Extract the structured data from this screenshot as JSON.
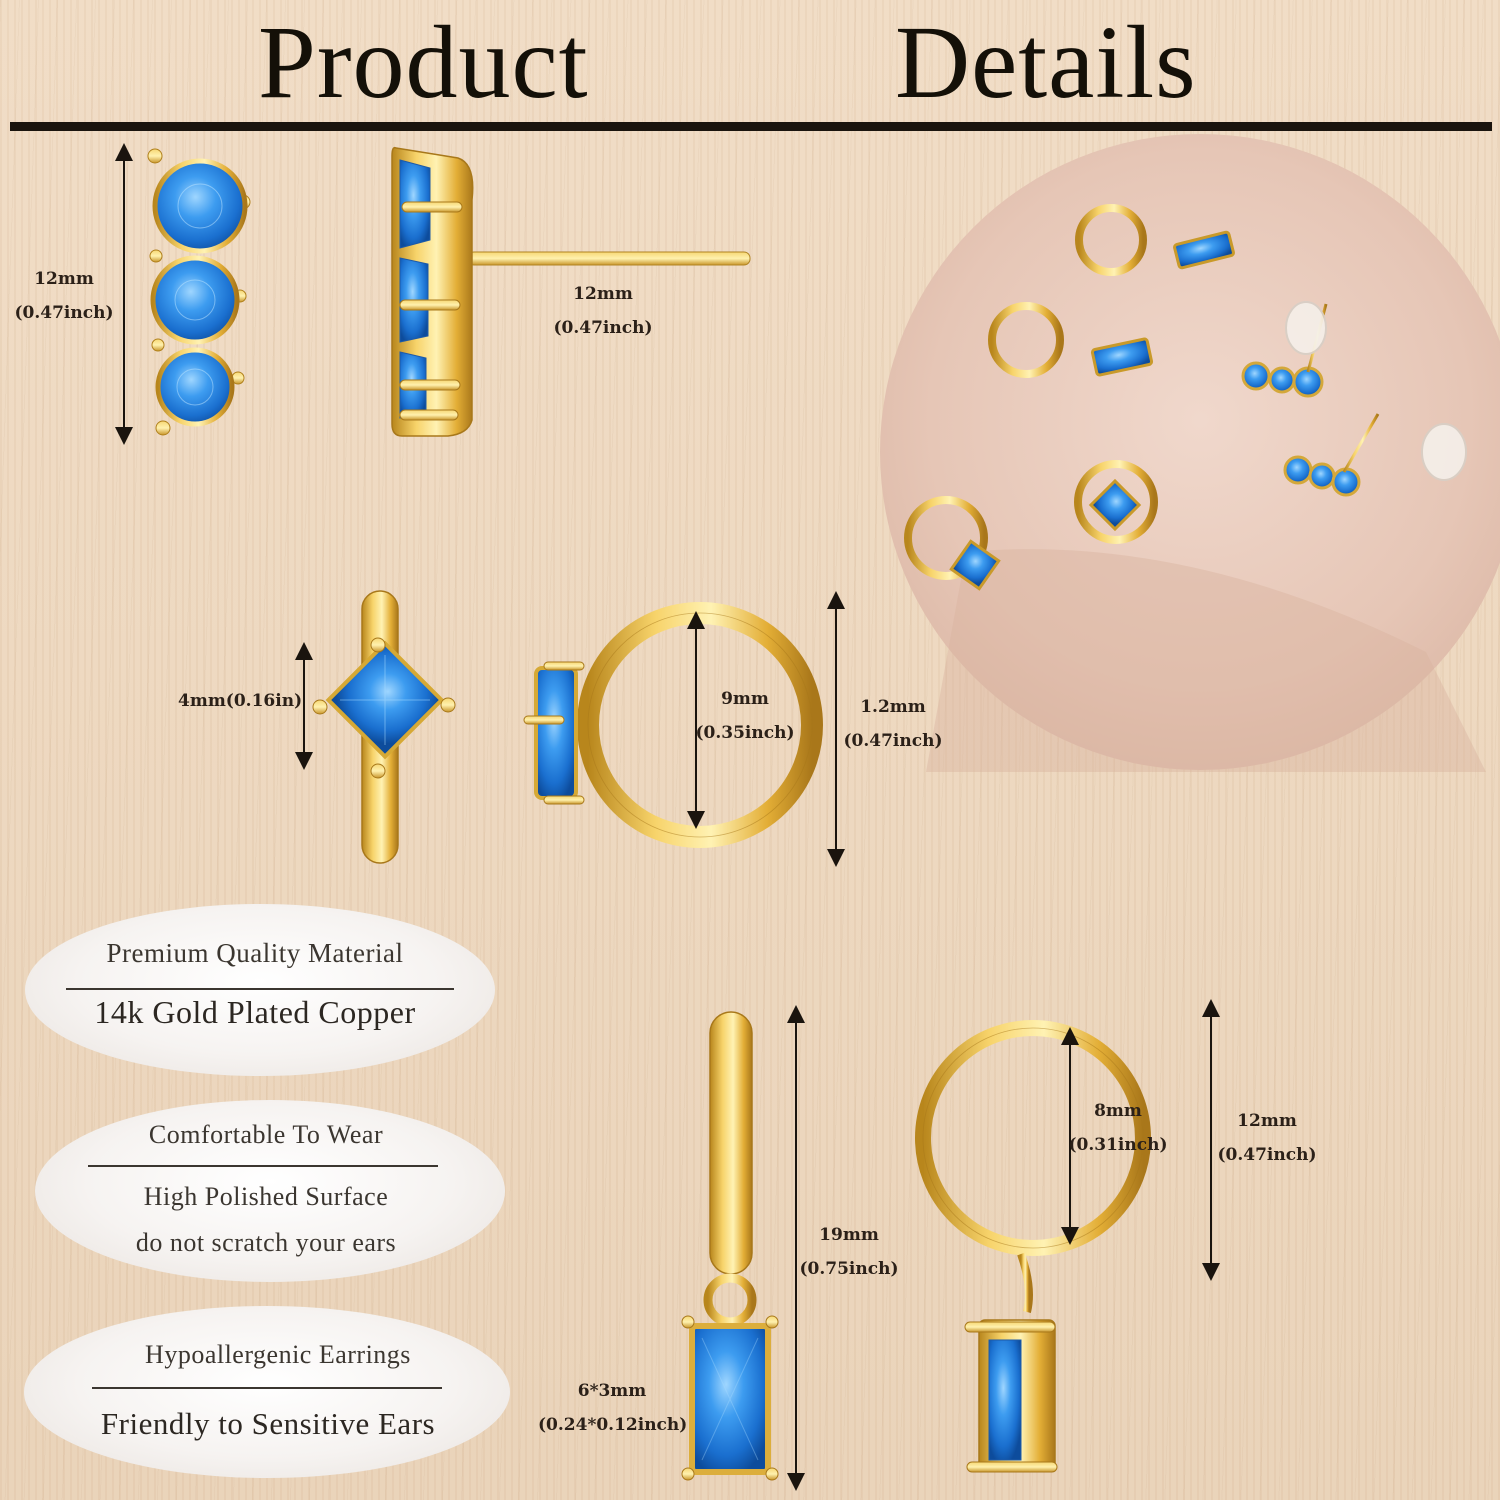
{
  "header": {
    "title_left": "Product",
    "title_right": "Details"
  },
  "dimensions": {
    "stud_height": {
      "mm": "12mm",
      "inch": "(0.47inch)"
    },
    "stud_post": {
      "mm": "12mm",
      "inch": "(0.47inch)"
    },
    "stone_square": {
      "label": "4mm(0.16in)"
    },
    "huggie_inner": {
      "mm": "9mm",
      "inch": "(0.35inch)"
    },
    "huggie_outer": {
      "mm": "1.2mm",
      "inch": "(0.47inch)"
    },
    "drop_length": {
      "mm": "19mm",
      "inch": "(0.75inch)"
    },
    "drop_stone": {
      "mm": "6*3mm",
      "inch": "(0.24*0.12inch)"
    },
    "drop_hoop_inner": {
      "mm": "8mm",
      "inch": "(0.31inch)"
    },
    "drop_hoop_outer": {
      "mm": "12mm",
      "inch": "(0.47inch)"
    }
  },
  "features": [
    {
      "top": "Premium Quality Material",
      "bottom": "14k Gold Plated Copper"
    },
    {
      "top": "Comfortable To Wear",
      "bottom": "High Polished Surface",
      "bottom2": "do not scratch your ears"
    },
    {
      "top": "Hypoallergenic Earrings",
      "bottom": "Friendly to Sensitive Ears"
    }
  ],
  "colors": {
    "background": "#ecd7bf",
    "gold": "#e6b93a",
    "gem_blue": "#2f8be0",
    "text_dark": "#1a140e",
    "photo_pink": "#e8cbbd"
  }
}
